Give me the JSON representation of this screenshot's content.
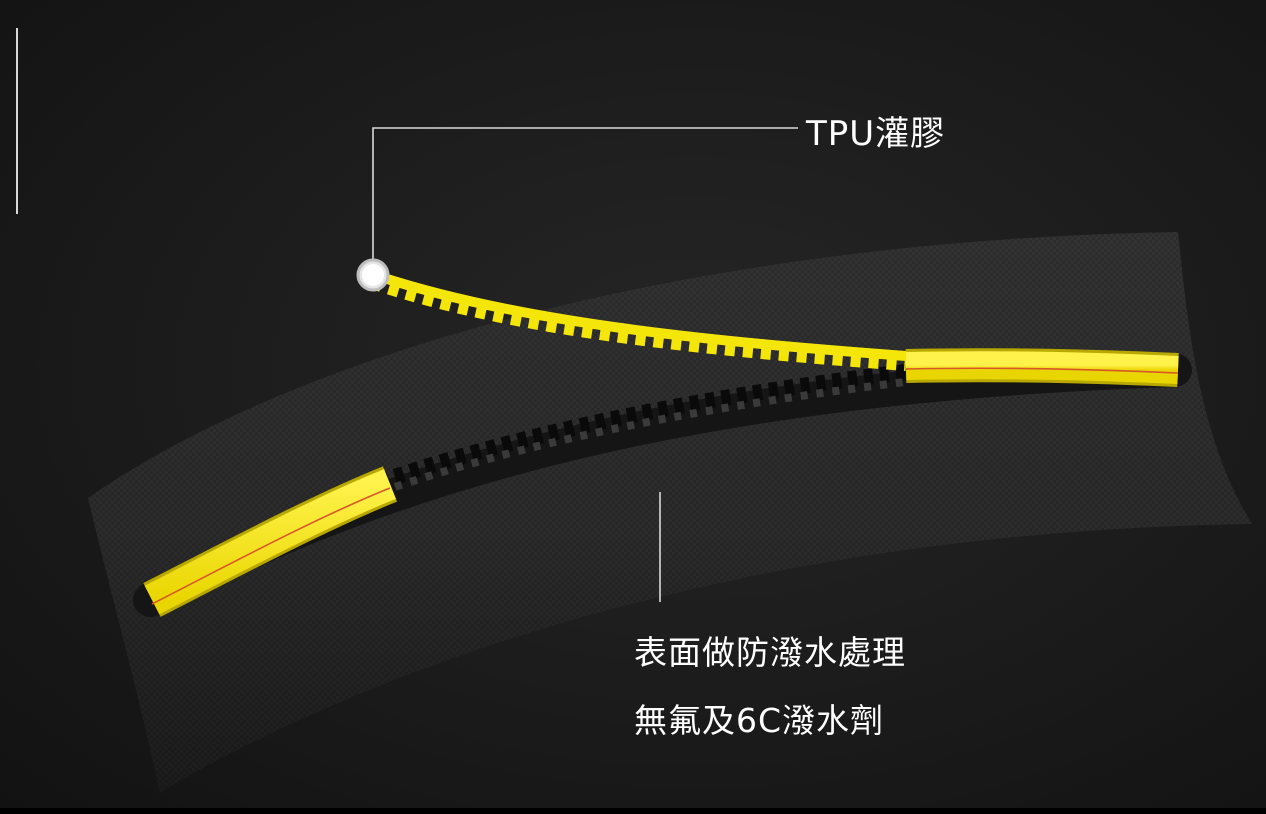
{
  "callouts": {
    "tpu": "TPU灌膠",
    "coating_line1": "表面做防潑水處理",
    "coating_line2": "無氟及6C潑水劑"
  },
  "colors": {
    "background": "#1b1b1b",
    "fabric": "#2e2e2e",
    "tape_yellow": "#f5e60a",
    "tape_stripe": "#d8572a",
    "callout_line": "#d9d9d9",
    "text": "#ffffff"
  },
  "icons": {
    "callout_dot": "white-circle-marker"
  }
}
